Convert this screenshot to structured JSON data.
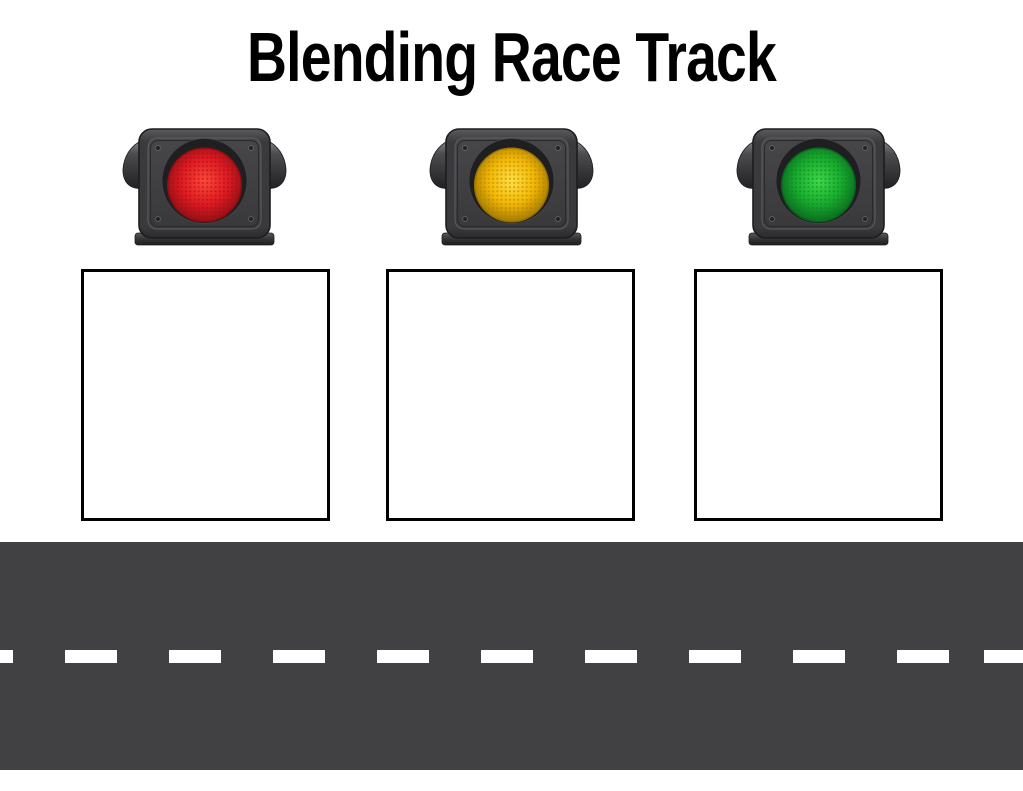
{
  "page": {
    "title": "Blending Race Track",
    "background_color": "#ffffff",
    "title_color": "#000000"
  },
  "traffic_lights": [
    {
      "id": "red",
      "name": "red traffic light",
      "lens_bright": "#ff4838",
      "lens_mid": "#df1a22",
      "lens_dark": "#7a0c11",
      "dot_color": "#9c0e15"
    },
    {
      "id": "yellow",
      "name": "yellow traffic light",
      "lens_bright": "#ffdf45",
      "lens_mid": "#f2b705",
      "lens_dark": "#8a6500",
      "dot_color": "#ab8000"
    },
    {
      "id": "green",
      "name": "green traffic light",
      "lens_bright": "#3fd94a",
      "lens_mid": "#18ab2d",
      "lens_dark": "#07541a",
      "dot_color": "#0c8023"
    }
  ],
  "housing": {
    "wing_light": "#87878a",
    "wing_mid": "#4c4c4f",
    "wing_dark": "#1f1f21",
    "body_light": "#5b5b5e",
    "body_mid": "#3a3a3d",
    "body_dark": "#2a2a2c",
    "panel_light": "#474749",
    "panel_dark": "#39393b",
    "panel_rim": "#5d5d60",
    "socket": "#1f1f21",
    "socket_rim": "#454548",
    "edge": "#1d1d1f",
    "screw": "#232325",
    "screw_rim": "#6b6b6e",
    "base_light": "#58585b",
    "base_mid": "#343437",
    "base_dark": "#1e1e20"
  },
  "answer_boxes": [
    {
      "id": "box-red",
      "value": ""
    },
    {
      "id": "box-yellow",
      "value": ""
    },
    {
      "id": "box-green",
      "value": ""
    }
  ],
  "road": {
    "surface_color": "#414043",
    "marking_color": "#ffffff"
  }
}
